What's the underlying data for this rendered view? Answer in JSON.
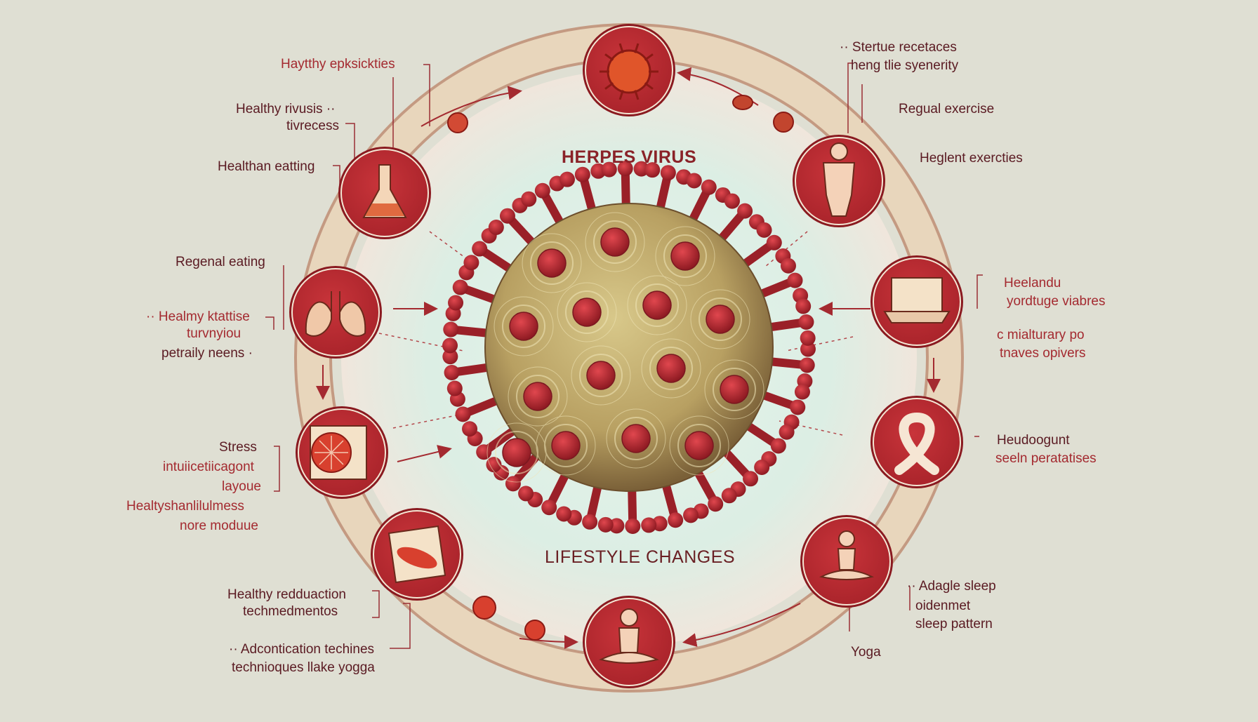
{
  "title": "HERPES VIRUS",
  "subtitle": "LIFESTYLE CHANGES",
  "labels_left": [
    "Haytthy epksickties",
    "Healthy rivusis ·· ",
    "tivrecess",
    "Healthan eatting",
    "Regenal eating",
    "·· Healmy ktattise",
    "turvnyiou",
    "petraily neens ·",
    "Stress",
    "intuiicetiicagont",
    "layoue",
    "Healtyshanlilulmess",
    "nore moduue",
    "Healthy redduaction",
    "techmedmentos",
    "·· Adcontication techines",
    "technioques llake yogga"
  ],
  "labels_right": [
    "·· Stertue recetaces",
    "heng tlie syenerity",
    "Regual exercise",
    "Heglent exercties",
    "Heelandu",
    "yordtuge viabres",
    "c mialturary po",
    "tnaves opivers",
    "Heudoogunt",
    "seeln peratatises",
    "·· Adagle sleep",
    "oidenmet",
    "sleep pattern",
    "Yoga"
  ],
  "colors": {
    "background": "#dfdfd3",
    "ring": "#e3cfb2",
    "node": "#bf2b30",
    "text_dark": "#5a1a22",
    "text_red": "#a42a30"
  },
  "icons": [
    "virus-icon",
    "flask-icon",
    "lungs-icon",
    "citrus-book-icon",
    "organ-icon",
    "meditating-person-icon",
    "meditation-yoga-icon",
    "awareness-ribbon-icon",
    "laptop-icon",
    "standing-person-icon"
  ]
}
